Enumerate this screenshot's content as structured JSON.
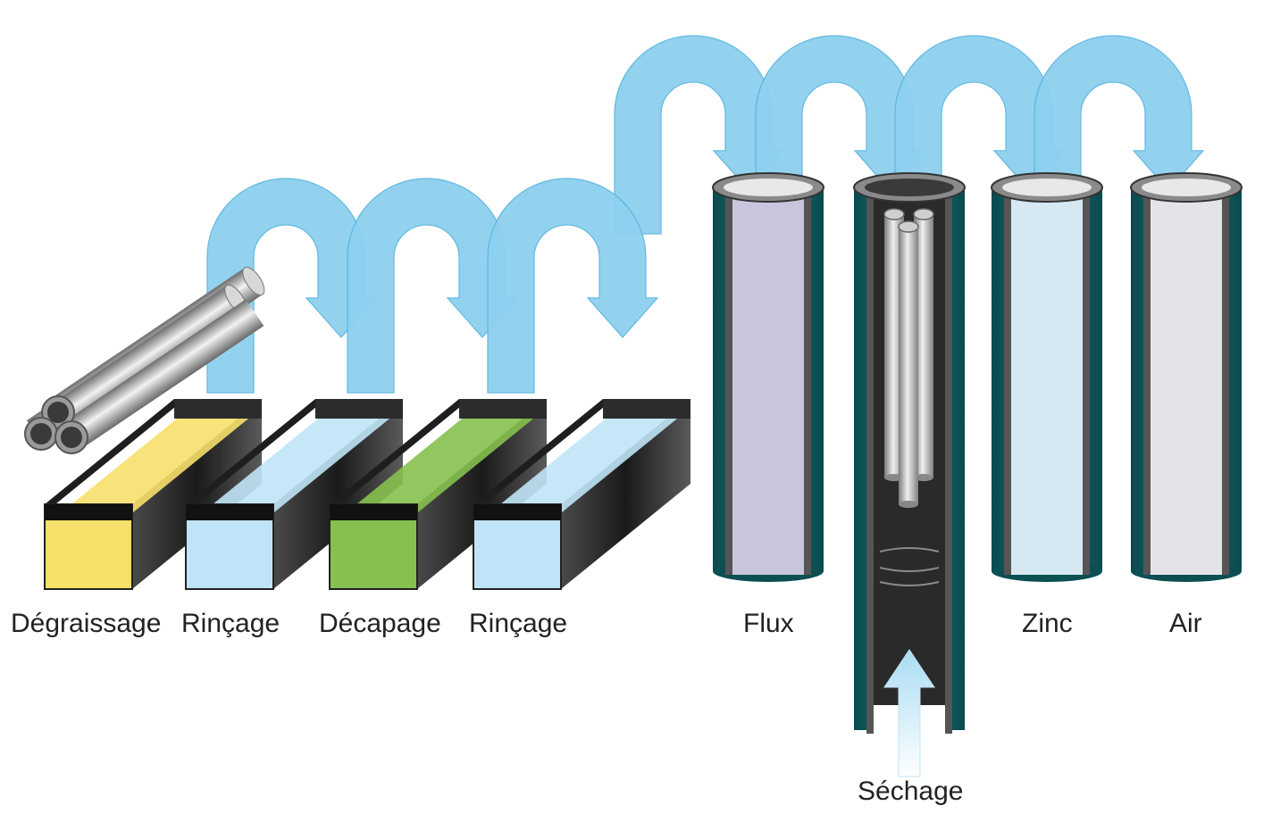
{
  "stages": [
    {
      "id": "degraissage",
      "label": "Dégraissage",
      "kind": "bath",
      "color": "#f6e06a"
    },
    {
      "id": "rincage-1",
      "label": "Rinçage",
      "kind": "bath",
      "color": "#bfe4f7"
    },
    {
      "id": "decapage",
      "label": "Décapage",
      "kind": "bath",
      "color": "#86c04e"
    },
    {
      "id": "rincage-2",
      "label": "Rinçage",
      "kind": "bath",
      "color": "#bfe4f7"
    },
    {
      "id": "flux",
      "label": "Flux",
      "kind": "cylinder",
      "color": "#c8c6dc"
    },
    {
      "id": "sechage",
      "label": "Séchage",
      "kind": "dryer",
      "color": "#2a2a2a"
    },
    {
      "id": "zinc",
      "label": "Zinc",
      "kind": "cylinder",
      "color": "#d6e8f2"
    },
    {
      "id": "air",
      "label": "Air",
      "kind": "cylinder",
      "color": "#e4e4e8"
    }
  ],
  "colors": {
    "arrow": "#8dd0ef",
    "arrow_stroke": "#5bb5e0",
    "tank_wall": "#1e1e1e",
    "cylinder_band": "#0f5c60"
  }
}
